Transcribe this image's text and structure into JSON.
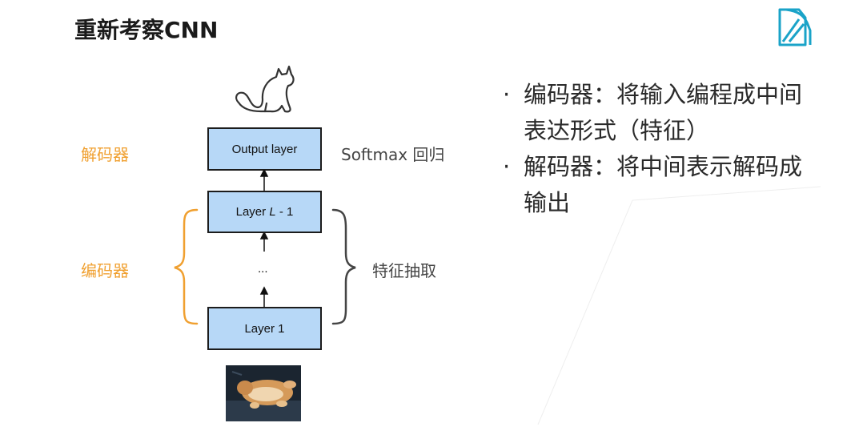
{
  "slide": {
    "title": "重新考察CNN"
  },
  "diagram": {
    "output_box": "Output layer",
    "layer_l_prefix": "Layer ",
    "layer_l_var": "L",
    "layer_l_suffix": " - 1",
    "dots": "...",
    "layer_1": "Layer 1",
    "decoder_label": "解码器",
    "encoder_label": "编码器",
    "softmax_label": "Softmax 回归",
    "feature_label": "特征抽取"
  },
  "bullets": [
    {
      "text": "编码器：将输入编程成中间表达形式（特征）"
    },
    {
      "text": "解码器：将中间表示解码成输出"
    }
  ],
  "colors": {
    "box_fill": "#b7d8f7",
    "orange": "#f0a030",
    "brace_gray": "#444444",
    "logo_teal": "#1aa3c8"
  }
}
